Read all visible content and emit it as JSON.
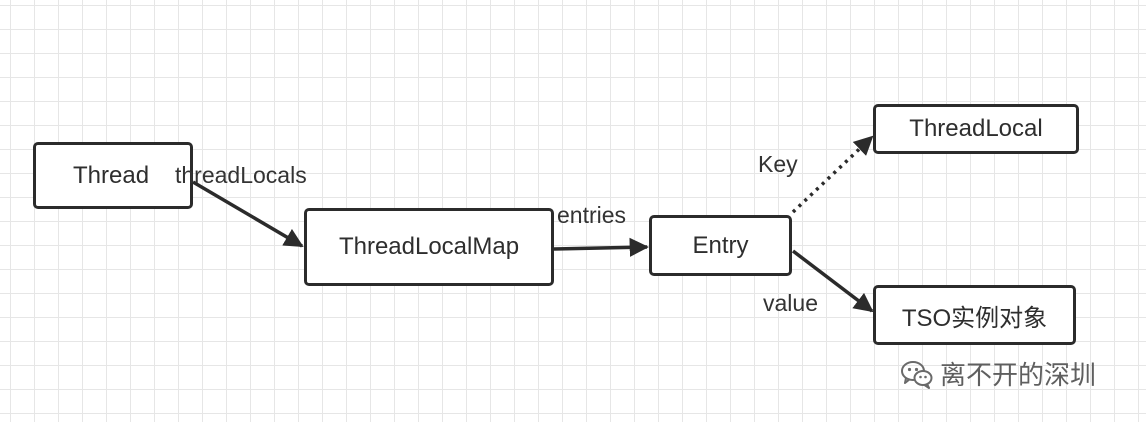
{
  "nodes": {
    "thread": "Thread",
    "thread_local_map": "ThreadLocalMap",
    "entry": "Entry",
    "thread_local": "ThreadLocal",
    "tso_instance": "TSO实例对象"
  },
  "edges": {
    "thread_to_map": "threadLocals",
    "map_to_entry": "entries",
    "entry_to_threadlocal": "Key",
    "entry_to_tso": "value"
  },
  "watermark": {
    "text": "离不开的深圳",
    "icon": "wechat-icon"
  },
  "colors": {
    "stroke": "#2b2b2b",
    "grid": "#e6e6e6",
    "background": "#ffffff"
  }
}
